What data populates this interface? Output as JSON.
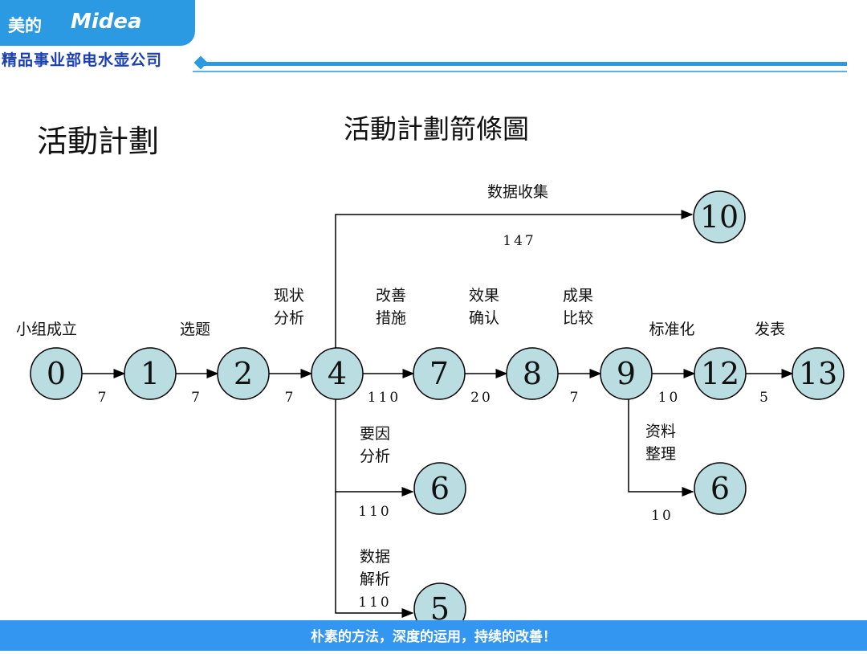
{
  "header": {
    "logo_cn": "美的",
    "logo_en": "Midea",
    "department": "精品事业部电水壶公司"
  },
  "title": "活動計劃",
  "diagram_title": "活動計劃箭條圖",
  "footer": "朴素的方法，深度的运用，持续的改善！",
  "colors": {
    "node_fill": "#b9dde0",
    "accent": "#2b9ae3"
  },
  "nodes": [
    {
      "id": "n0",
      "label": "0"
    },
    {
      "id": "n1",
      "label": "1"
    },
    {
      "id": "n2",
      "label": "2"
    },
    {
      "id": "n4",
      "label": "4"
    },
    {
      "id": "n7",
      "label": "7"
    },
    {
      "id": "n8",
      "label": "8"
    },
    {
      "id": "n9",
      "label": "9"
    },
    {
      "id": "n12",
      "label": "12"
    },
    {
      "id": "n13",
      "label": "13"
    },
    {
      "id": "n10",
      "label": "10"
    },
    {
      "id": "n6a",
      "label": "6"
    },
    {
      "id": "n6b",
      "label": "6"
    },
    {
      "id": "n5",
      "label": "5"
    }
  ],
  "activities": [
    {
      "from": "n0",
      "to": "n1",
      "name": "小组成立",
      "duration": "7"
    },
    {
      "from": "n1",
      "to": "n2",
      "name": "选题",
      "duration": "7"
    },
    {
      "from": "n2",
      "to": "n4",
      "name": "现状\n分析",
      "duration": "7"
    },
    {
      "from": "n4",
      "to": "n7",
      "name": "改善\n措施",
      "duration": "110"
    },
    {
      "from": "n7",
      "to": "n8",
      "name": "效果\n确认",
      "duration": "20"
    },
    {
      "from": "n8",
      "to": "n9",
      "name": "成果\n比较",
      "duration": "7"
    },
    {
      "from": "n9",
      "to": "n12",
      "name": "标准化",
      "duration": "10"
    },
    {
      "from": "n12",
      "to": "n13",
      "name": "发表",
      "duration": "5"
    },
    {
      "from": "n4",
      "to": "n10",
      "name": "数据收集",
      "duration": "147"
    },
    {
      "from": "n4",
      "to": "n6a",
      "name": "要因\n分析",
      "duration": "110"
    },
    {
      "from": "n9",
      "to": "n6b",
      "name": "资料\n整理",
      "duration": "10"
    },
    {
      "from": "n4",
      "to": "n5",
      "name": "数据\n解析",
      "duration": "110"
    }
  ]
}
